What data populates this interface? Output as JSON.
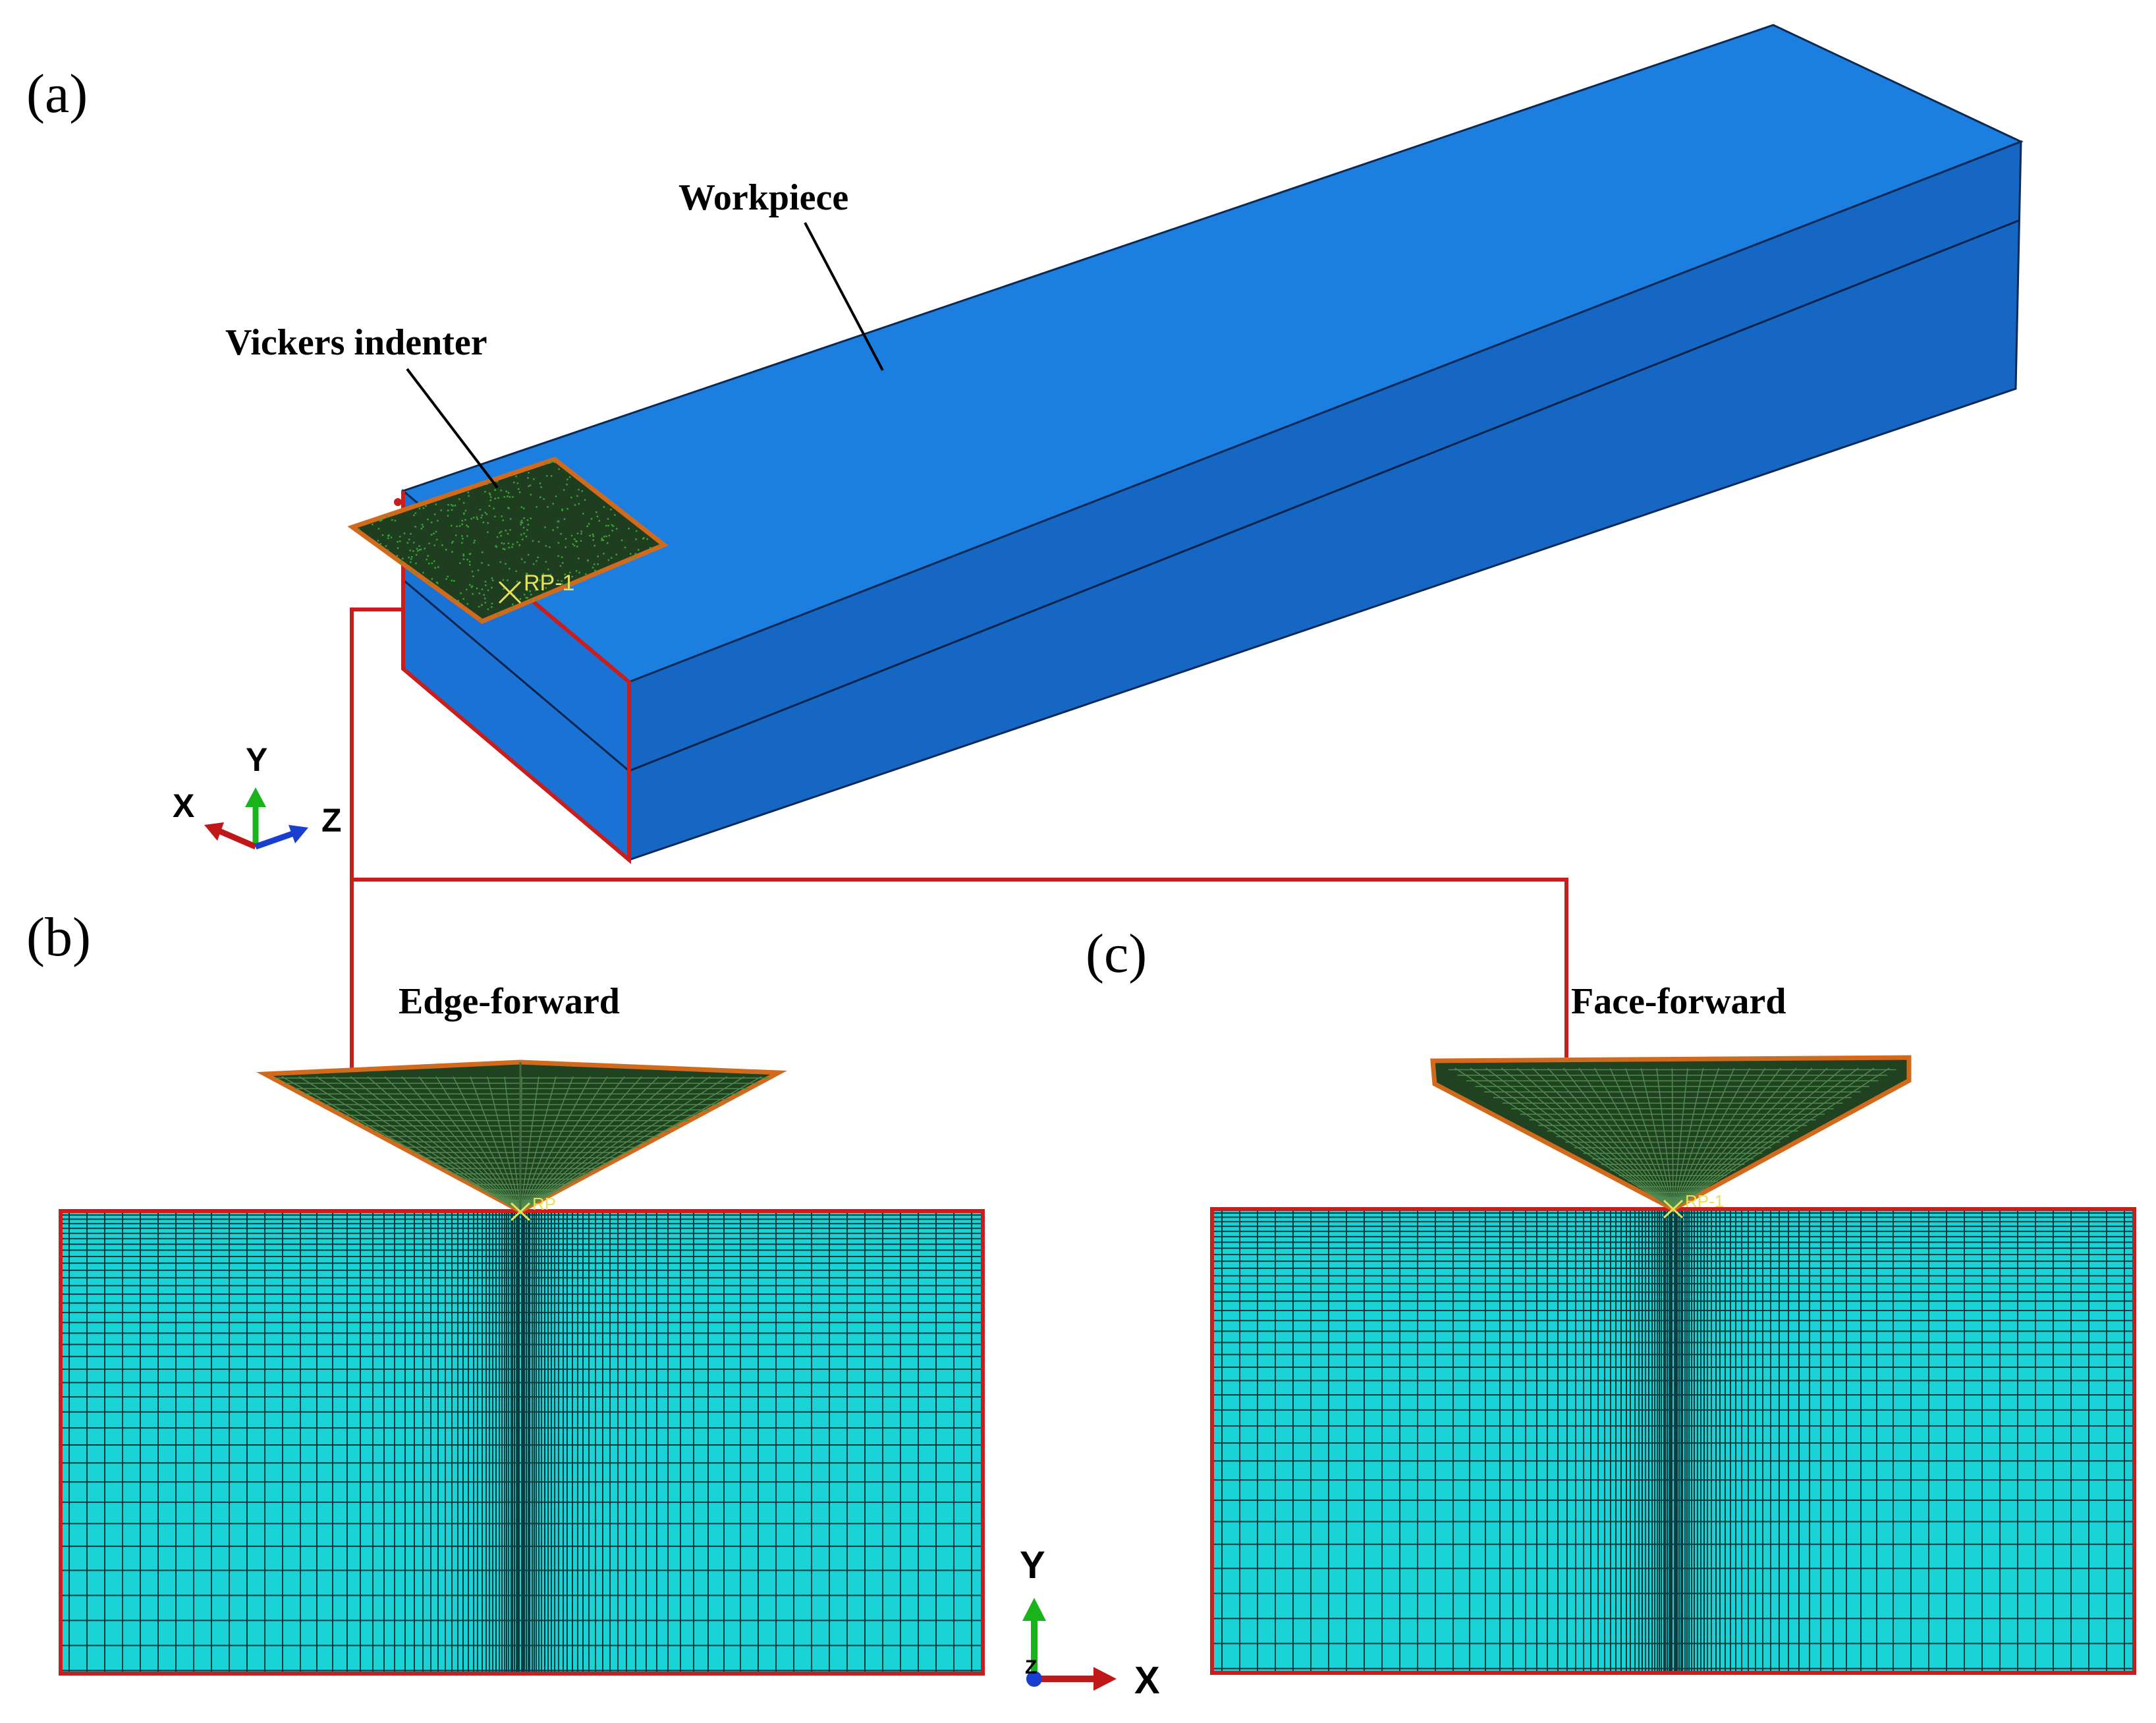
{
  "panels": {
    "a": {
      "label": "(a)",
      "workpiece_label": "Workpiece",
      "indenter_label": "Vickers indenter",
      "reference_point": "RP-1"
    },
    "b": {
      "label": "(b)",
      "title": "Edge-forward",
      "reference_point": "RP"
    },
    "c": {
      "label": "(c)",
      "title": "Face-forward",
      "reference_point": "RP-1"
    }
  },
  "triad_3d": {
    "x": "X",
    "y": "Y",
    "z": "Z"
  },
  "triad_2d": {
    "x": "X",
    "y": "Y",
    "z": "Z"
  },
  "colors": {
    "workpiece_top": "#1c7fe0",
    "workpiece_side": "#1667c4",
    "workpiece_end": "#1a72d4",
    "indenter_fill": "#1f3d1f",
    "indenter_outline": "#d26a1e",
    "mesh_fill": "#19d3d6",
    "mesh_line": "#063c3d",
    "highlight": "#c81e1e",
    "axis_x": "#c01818",
    "axis_y": "#1bb31b",
    "axis_z": "#1a3fd0"
  }
}
